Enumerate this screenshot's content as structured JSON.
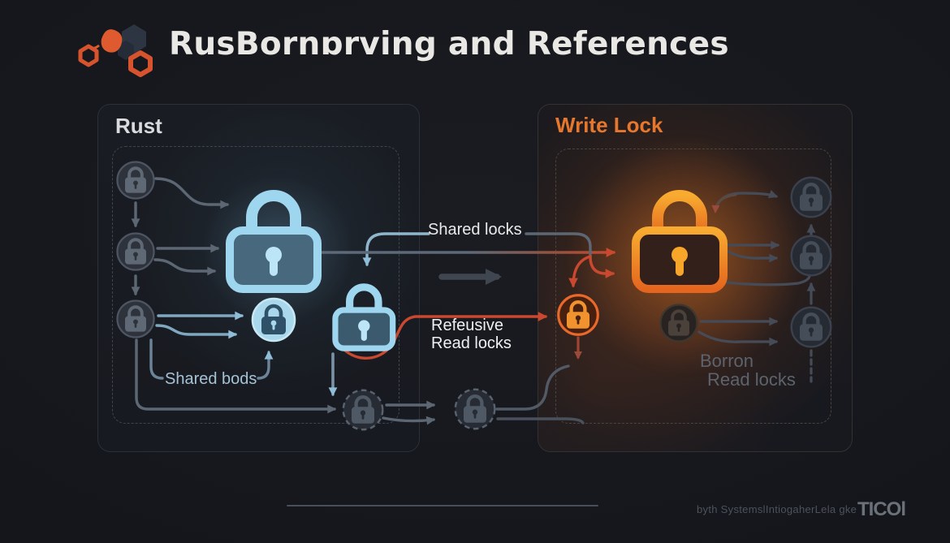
{
  "header": {
    "title": "RusBornɒrving and References"
  },
  "panel_left": {
    "title": "Rust"
  },
  "panel_right": {
    "title": "Write Lock"
  },
  "labels": {
    "shared_locks": "Shared locks",
    "refeusive_line1": "Refeusive",
    "refeusive_line2": "Read locks",
    "shared_bods": "Shared bods",
    "borron_line1": "Borron",
    "borron_line2": "Read locks"
  },
  "footer": {
    "credit": "byth SystemslIntiogaherLela gke",
    "brand": "TICOl"
  },
  "icons": [
    "rust-hexagon-logo-icon",
    "padlock-blue-large-icon",
    "padlock-blue-small-icon",
    "padlock-orange-large-icon",
    "lock-circle-gray-icon",
    "lock-circle-blue-icon",
    "lock-circle-orange-icon",
    "lock-circle-dashed-icon",
    "lock-circle-faint-icon"
  ],
  "colors": {
    "background": "#14161b",
    "panel_border": "#2b303a",
    "dashed_border": "#3e4551",
    "accent_blue": "#9fd6ef",
    "accent_orange": "#ef8a2b",
    "arrow_gray": "#5d6773",
    "arrow_blue": "#8fbdd8",
    "arrow_red": "#c9482f",
    "text_light": "#e9e8e4",
    "text_muted": "#5d636c",
    "write_lock_title": "#e8772e"
  }
}
